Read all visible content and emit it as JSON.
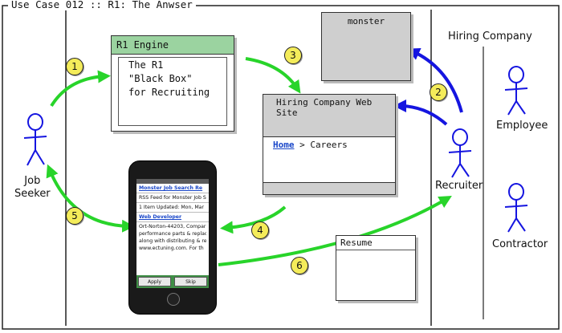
{
  "title": "Use Case 012 :: R1: The Anwser",
  "lane_label": "Hiring Company",
  "actors": {
    "job_seeker": "Job\nSeeker",
    "recruiter": "Recruiter",
    "employee": "Employee",
    "contractor": "Contractor"
  },
  "engine": {
    "header": "R1 Engine",
    "line1": "The R1",
    "line2": "\"Black Box\"",
    "line3": "for Recruiting"
  },
  "monster": {
    "title": "monster"
  },
  "website": {
    "title": "Hiring Company Web Site",
    "crumb_home": "Home",
    "crumb_sep": ">",
    "crumb_page": "Careers"
  },
  "resume": {
    "title": "Resume"
  },
  "phone": {
    "link1": "Monster Job Search Re",
    "rss": "RSS Feed for Monster Job S",
    "items": "1 Item   Updated: Mon, Mar",
    "link2": "Web Developer",
    "body1": "Ort-Norton-44203, Compar",
    "body2": "performance parts & replac",
    "body3": "along with distributing & re",
    "body4": "www.ectuning.com. For th",
    "apply": "Apply",
    "skip": "Skip"
  },
  "steps": [
    "1",
    "2",
    "3",
    "4",
    "5",
    "6"
  ],
  "colors": {
    "green": "#28d42a",
    "blue": "#1515e0",
    "step_fill": "#f4ec5a",
    "engine_header": "#9bd3a0",
    "grey": "#cfcfcf"
  }
}
